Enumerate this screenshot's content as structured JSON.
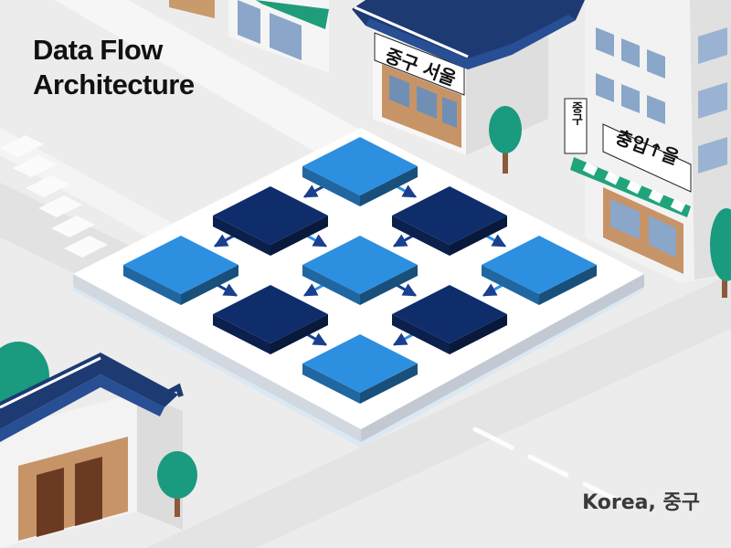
{
  "title": {
    "line1": "Data Flow",
    "line2": "Architecture"
  },
  "location": "Korea, 중구",
  "signs": {
    "shop_top": "중구 서울",
    "side_vertical": "중구",
    "shop_right": "충입↑을"
  },
  "colors": {
    "block_light": "#2d8fe0",
    "block_dark": "#0f2d6b",
    "arrow": "#1a3f8f",
    "roof": "#1d3a73",
    "tree": "#1a9a7e",
    "awning": "#21a37c",
    "platform": "#ffffff"
  },
  "diagram": {
    "nodes": [
      {
        "id": "n1",
        "row": 0,
        "col": 1,
        "tone": "light"
      },
      {
        "id": "n2",
        "row": 1,
        "col": 0,
        "tone": "dark"
      },
      {
        "id": "n3",
        "row": 1,
        "col": 2,
        "tone": "dark"
      },
      {
        "id": "n4",
        "row": 2,
        "col": -1,
        "tone": "light"
      },
      {
        "id": "n5",
        "row": 2,
        "col": 1,
        "tone": "light"
      },
      {
        "id": "n6",
        "row": 2,
        "col": 3,
        "tone": "light"
      },
      {
        "id": "n7",
        "row": 3,
        "col": 0,
        "tone": "dark"
      },
      {
        "id": "n8",
        "row": 3,
        "col": 2,
        "tone": "dark"
      },
      {
        "id": "n9",
        "row": 4,
        "col": 1,
        "tone": "light"
      }
    ],
    "edges": [
      {
        "from": "n1",
        "to": "n2"
      },
      {
        "from": "n1",
        "to": "n3"
      },
      {
        "from": "n2",
        "to": "n4"
      },
      {
        "from": "n2",
        "to": "n5"
      },
      {
        "from": "n3",
        "to": "n5"
      },
      {
        "from": "n3",
        "to": "n6"
      },
      {
        "from": "n4",
        "to": "n7"
      },
      {
        "from": "n5",
        "to": "n7"
      },
      {
        "from": "n5",
        "to": "n8"
      },
      {
        "from": "n6",
        "to": "n8"
      },
      {
        "from": "n7",
        "to": "n9"
      },
      {
        "from": "n8",
        "to": "n9"
      }
    ]
  }
}
